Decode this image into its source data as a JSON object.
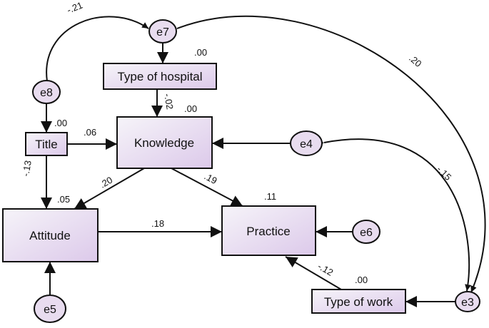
{
  "diagram": {
    "observed": {
      "type_of_hospital": "Type of hospital",
      "title": "Title",
      "knowledge": "Knowledge",
      "attitude": "Attitude",
      "practice": "Practice",
      "type_of_work": "Type of work"
    },
    "errors": {
      "e3": "e3",
      "e4": "e4",
      "e5": "e5",
      "e6": "e6",
      "e7": "e7",
      "e8": "e8"
    },
    "r2": {
      "type_of_hospital": ".00",
      "title": ".00",
      "knowledge": ".00",
      "attitude": ".05",
      "practice": ".11",
      "type_of_work": ".00"
    },
    "paths": {
      "hospital_to_knowledge": "-.02",
      "title_to_knowledge": ".06",
      "title_to_attitude": "-.13",
      "knowledge_to_attitude": ".20",
      "knowledge_to_practice": ".19",
      "attitude_to_practice": ".18",
      "work_to_practice": "-.12"
    },
    "covariances": {
      "e8_e7": "-.21",
      "e7_e3": ".20",
      "e4_e3": "-.15"
    },
    "colors": {
      "box_fill_start": "#f4f1f8",
      "box_fill_end": "#dccbe8",
      "circle_fill": "#e8dcef",
      "stroke": "#111111"
    }
  }
}
